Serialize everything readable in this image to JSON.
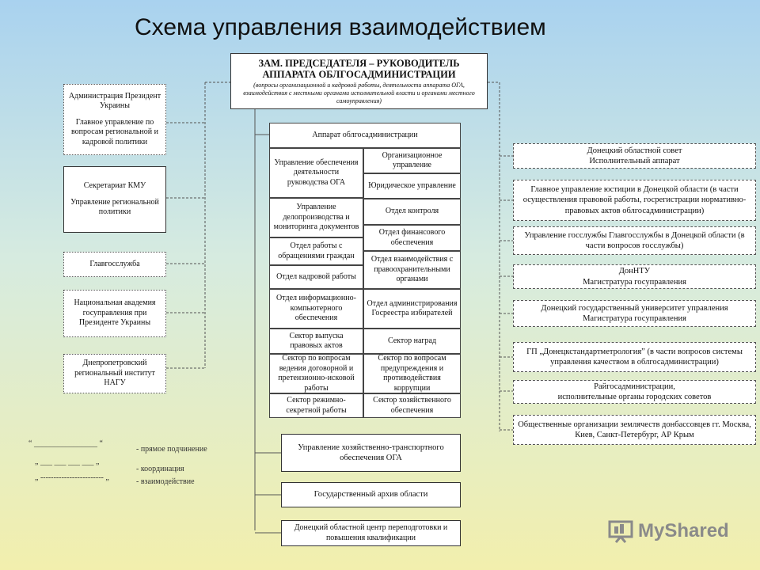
{
  "title": "Схема управления взаимодействием",
  "head": {
    "main_1": "ЗАМ. ПРЕДСЕДАТЕЛЯ – РУКОВОДИТЕЛЬ",
    "main_2": "АППАРАТА ОБЛГОСАДМИНИСТРАЦИИ",
    "sub": "(вопросы организационной и кадровой работы, деятельности аппарата ОГА, взаимодействия с местными органами исполнительной власти и органами местного самоуправления)"
  },
  "left": [
    {
      "line1": "Администрация Президент Украины",
      "line2": "Главное управление по вопросам региональной и кадровой политики"
    },
    {
      "line1": "Секретариат КМУ",
      "line2": "Управление региональной политики"
    },
    {
      "line1": "Главгосслужба",
      "line2": ""
    },
    {
      "line1": "Национальная академия госуправления при Президенте Украины",
      "line2": ""
    },
    {
      "line1": "Днепропетровский региональный институт НАГУ",
      "line2": ""
    }
  ],
  "apparatus": {
    "title": "Аппарат облгосадминистрации",
    "col1": [
      "Управление обеспечения деятельности руководства ОГА",
      "Управление делопроизводства и мониторинга документов",
      "Отдел работы с обращениями граждан",
      "Отдел кадровой работы",
      "Отдел информационно-компьютерного обеспечения",
      "Сектор выпуска правовых актов",
      "Сектор по вопросам ведения договорной и претензионно-исковой работы",
      "Сектор режимно-секретной работы"
    ],
    "col2": [
      "Организационное управление",
      "Юридическое управление",
      "Отдел контроля",
      "Отдел финансового обеспечения",
      "Отдел взаимодействия с правоохранительными органами",
      "Отдел администрирования Госреестра избирателей",
      "Сектор наград",
      "Сектор по вопросам предупреждения и противодействия коррупции",
      "Сектор хозяйственного обеспечения"
    ]
  },
  "bottom": [
    "Управление хозяйственно-транспортного обеспечения ОГА",
    "Государственный архив области",
    "Донецкий областной центр переподготовки и повышения квалификации"
  ],
  "right": [
    {
      "line1": "Донецкий областной совет",
      "line2": "Исполнительный аппарат"
    },
    {
      "line1": "Главное управление юстиции в Донецкой области (в части осуществления правовой работы, госрегистрации нормативно-правовых актов облгосадминистрации)",
      "line2": ""
    },
    {
      "line1": "Управление госслужбы Главгосслужбы в Донецкой области (в части вопросов госслужбы)",
      "line2": ""
    },
    {
      "line1": "ДонНТУ",
      "line2": "Магистратура госуправления"
    },
    {
      "line1": "Донецкий государственный университет управления",
      "line2": "Магистратура госуправления"
    },
    {
      "line1": "ГП „Донецкстандартметрология” (в части вопросов системы управления качеством в облгосадминистрации)",
      "line2": ""
    },
    {
      "line1": "Райгосадминистрации,",
      "line2": "исполнительные органы городских советов"
    },
    {
      "line1": "Общественные организации землячеств донбассовцев гг. Москва, Киев, Санкт-Петербург, АР Крым",
      "line2": ""
    }
  ],
  "legend": {
    "row1_marks": "“ ________________ “",
    "row1_text": "- прямое подчинение",
    "row2_marks": "„ ___ ___ ___ ___ „",
    "row2_text": "- координация",
    "row3_marks": "„ ------------------------ „",
    "row3_text": "- взаимодействие"
  },
  "logo": {
    "text": "MyShared"
  }
}
